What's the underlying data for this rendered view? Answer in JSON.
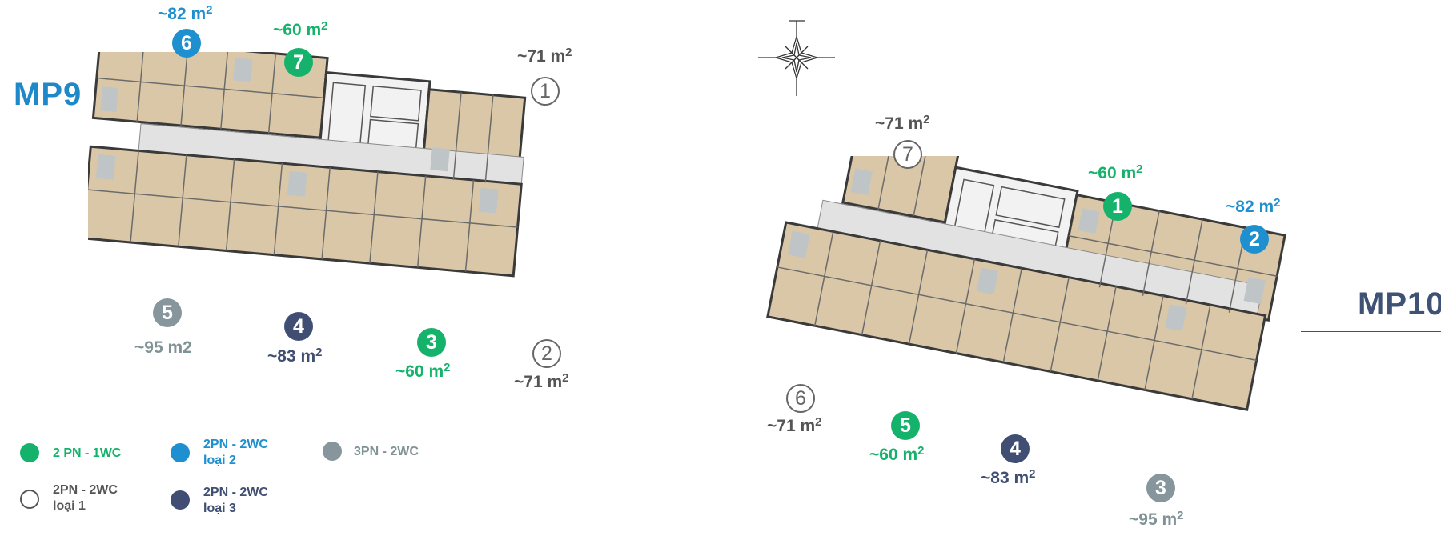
{
  "buildings": {
    "mp9": {
      "name": "MP9",
      "units": [
        {
          "num": "1",
          "area": "~71 m",
          "sup": "2"
        },
        {
          "num": "2",
          "area": "~71 m",
          "sup": "2"
        },
        {
          "num": "3",
          "area": "~60 m",
          "sup": "2"
        },
        {
          "num": "4",
          "area": "~83 m",
          "sup": "2"
        },
        {
          "num": "5",
          "area": "~95 m2",
          "sup": ""
        },
        {
          "num": "6",
          "area": "~82 m",
          "sup": "2"
        },
        {
          "num": "7",
          "area": "~60 m",
          "sup": "2"
        }
      ]
    },
    "mp10": {
      "name": "MP10",
      "units": [
        {
          "num": "1",
          "area": "~60 m",
          "sup": "2"
        },
        {
          "num": "2",
          "area": "~82 m",
          "sup": "2"
        },
        {
          "num": "3",
          "area": "~95 m",
          "sup": "2"
        },
        {
          "num": "4",
          "area": "~83 m",
          "sup": "2"
        },
        {
          "num": "5",
          "area": "~60 m",
          "sup": "2"
        },
        {
          "num": "6",
          "area": "~71 m",
          "sup": "2"
        },
        {
          "num": "7",
          "area": "~71 m",
          "sup": "2"
        }
      ]
    }
  },
  "legend": [
    {
      "line1": "2 PN - 1WC",
      "line2": "",
      "color": "#14b26a",
      "text_color": "#14b26a"
    },
    {
      "line1": "2PN - 2WC",
      "line2": "loại 1",
      "color": "#ffffff",
      "text_color": "#555555"
    },
    {
      "line1": "2PN - 2WC",
      "line2": "loại 2",
      "color": "#1e8fcf",
      "text_color": "#1e8fcf"
    },
    {
      "line1": "2PN - 2WC",
      "line2": "loại 3",
      "color": "#3f4e72",
      "text_color": "#3f4e72"
    },
    {
      "line1": "3PN - 2WC",
      "line2": "",
      "color": "#86969c",
      "text_color": "#7f9296"
    }
  ],
  "colors": {
    "green": "#14b26a",
    "blue": "#1e8fcf",
    "navy": "#3f4e72",
    "gray": "#86969c",
    "floor": "#d9c7a8",
    "corridor": "#e2e2e2",
    "wall": "#3a3a3a"
  },
  "icons": {
    "compass": "compass-rose-icon"
  }
}
